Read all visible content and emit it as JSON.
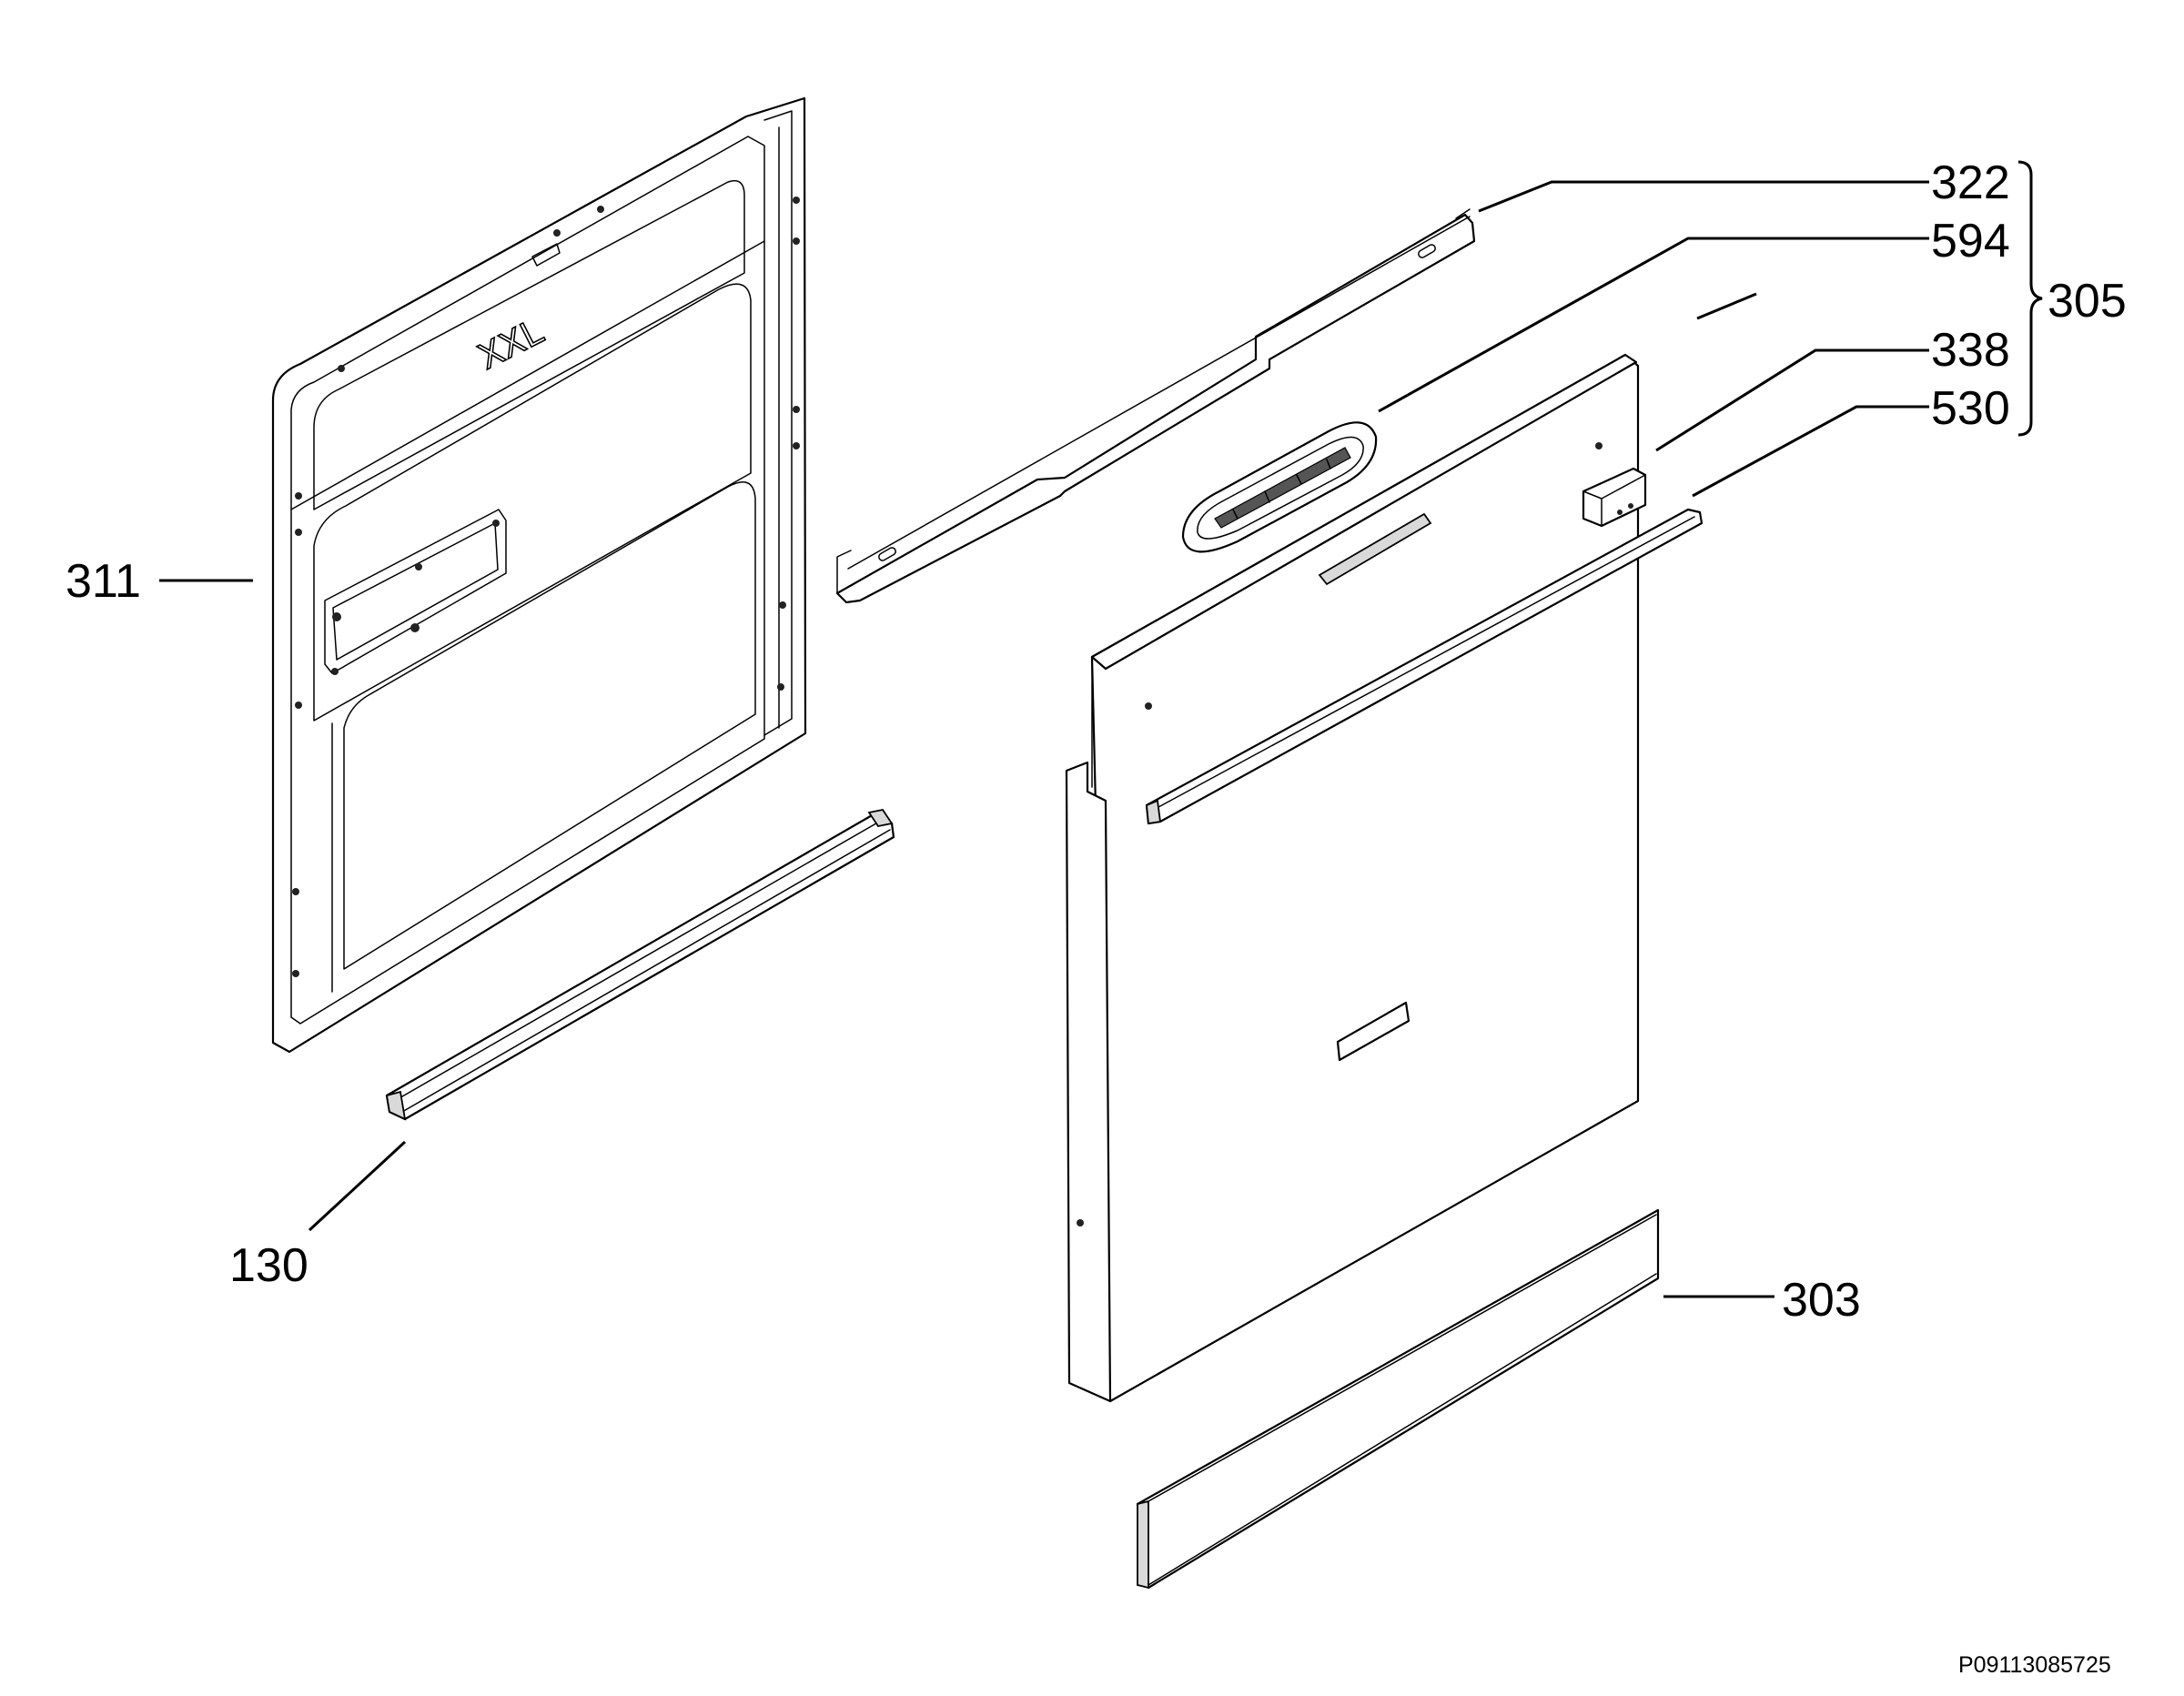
{
  "diagram": {
    "document_id": "P09113085725",
    "logo_text": "XXL",
    "callouts": {
      "inner_door": "311",
      "bottom_seal": "130",
      "top_rail": "322",
      "control_bezel": "594",
      "kit_group": "305",
      "hinge_block": "338",
      "door_strip": "530",
      "kick_plate": "303"
    }
  }
}
